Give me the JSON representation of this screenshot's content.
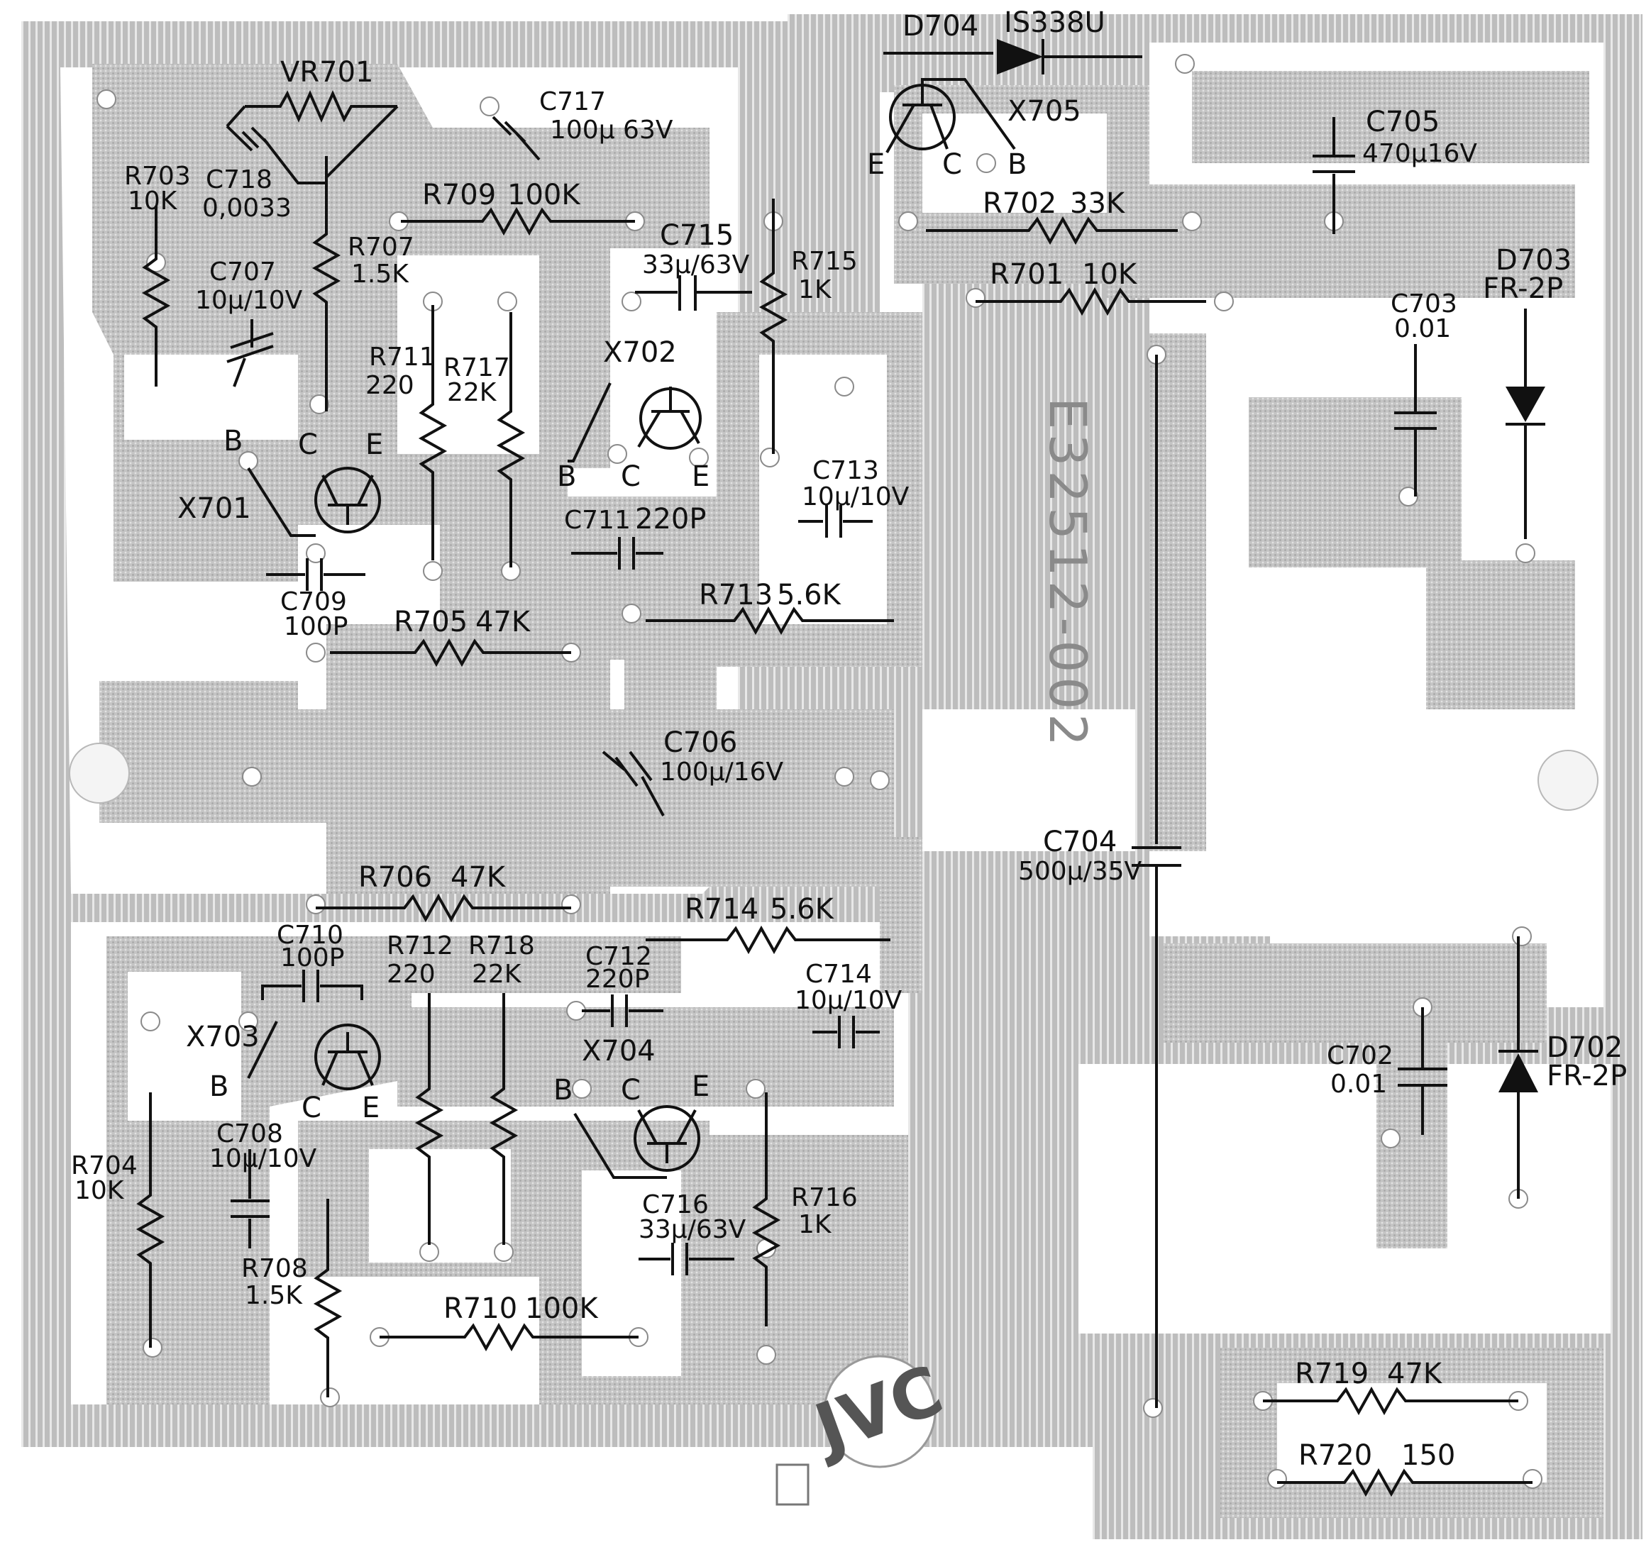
{
  "board_code": "E32512-002",
  "logo_text": "JVC",
  "components": {
    "vr701": {
      "ref": "VR701"
    },
    "c718": {
      "ref": "C718",
      "value": "0,0033"
    },
    "c717": {
      "ref": "C717",
      "value": "100µ 63V"
    },
    "r703": {
      "ref": "R703",
      "value": "10K"
    },
    "r709": {
      "ref": "R709",
      "value": "100K"
    },
    "c715": {
      "ref": "C715",
      "value": "33µ/63V"
    },
    "r715": {
      "ref": "R715",
      "value": "1K"
    },
    "c707": {
      "ref": "C707",
      "value": "10µ/10V"
    },
    "r707": {
      "ref": "R707",
      "value": "1.5K"
    },
    "r711": {
      "ref": "R711",
      "value": "220"
    },
    "r717": {
      "ref": "R717",
      "value": "22K"
    },
    "x702": {
      "ref": "X702"
    },
    "x701": {
      "ref": "X701"
    },
    "c713": {
      "ref": "C713",
      "value": "10µ/10V"
    },
    "c711": {
      "ref": "C711",
      "value": "220P"
    },
    "c709": {
      "ref": "C709",
      "value": "100P"
    },
    "r705": {
      "ref": "R705",
      "value": "47K"
    },
    "r713": {
      "ref": "R713",
      "value": "5.6K"
    },
    "c706": {
      "ref": "C706",
      "value": "100µ/16V"
    },
    "r706": {
      "ref": "R706",
      "value": "47K"
    },
    "r714": {
      "ref": "R714",
      "value": "5.6K"
    },
    "c710": {
      "ref": "C710",
      "value": "100P"
    },
    "r712": {
      "ref": "R712",
      "value": "220"
    },
    "r718": {
      "ref": "R718",
      "value": "22K"
    },
    "c712": {
      "ref": "C712",
      "value": "220P"
    },
    "c714": {
      "ref": "C714",
      "value": "10µ/10V"
    },
    "x703": {
      "ref": "X703"
    },
    "x704": {
      "ref": "X704"
    },
    "r704": {
      "ref": "R704",
      "value": "10K"
    },
    "c708": {
      "ref": "C708",
      "value": "10µ/10V"
    },
    "c716": {
      "ref": "C716",
      "value": "33µ/63V"
    },
    "r716": {
      "ref": "R716",
      "value": "1K"
    },
    "r708": {
      "ref": "R708",
      "value": "1.5K"
    },
    "r710": {
      "ref": "R710",
      "value": "100K"
    },
    "d704": {
      "ref": "D704",
      "value": "IS338U"
    },
    "x705": {
      "ref": "X705"
    },
    "c705": {
      "ref": "C705",
      "value": "470µ16V"
    },
    "r702": {
      "ref": "R702",
      "value": "33K"
    },
    "r701": {
      "ref": "R701",
      "value": "10K"
    },
    "d703": {
      "ref": "D703",
      "value": "FR-2P"
    },
    "c703": {
      "ref": "C703",
      "value": "0.01"
    },
    "c704": {
      "ref": "C704",
      "value": "500µ/35V"
    },
    "c702": {
      "ref": "C702",
      "value": "0.01"
    },
    "d702": {
      "ref": "D702",
      "value": "FR-2P"
    },
    "r719": {
      "ref": "R719",
      "value": "47K"
    },
    "r720": {
      "ref": "R720",
      "value": "150"
    }
  },
  "pins": {
    "b": "B",
    "c": "C",
    "e": "E"
  }
}
